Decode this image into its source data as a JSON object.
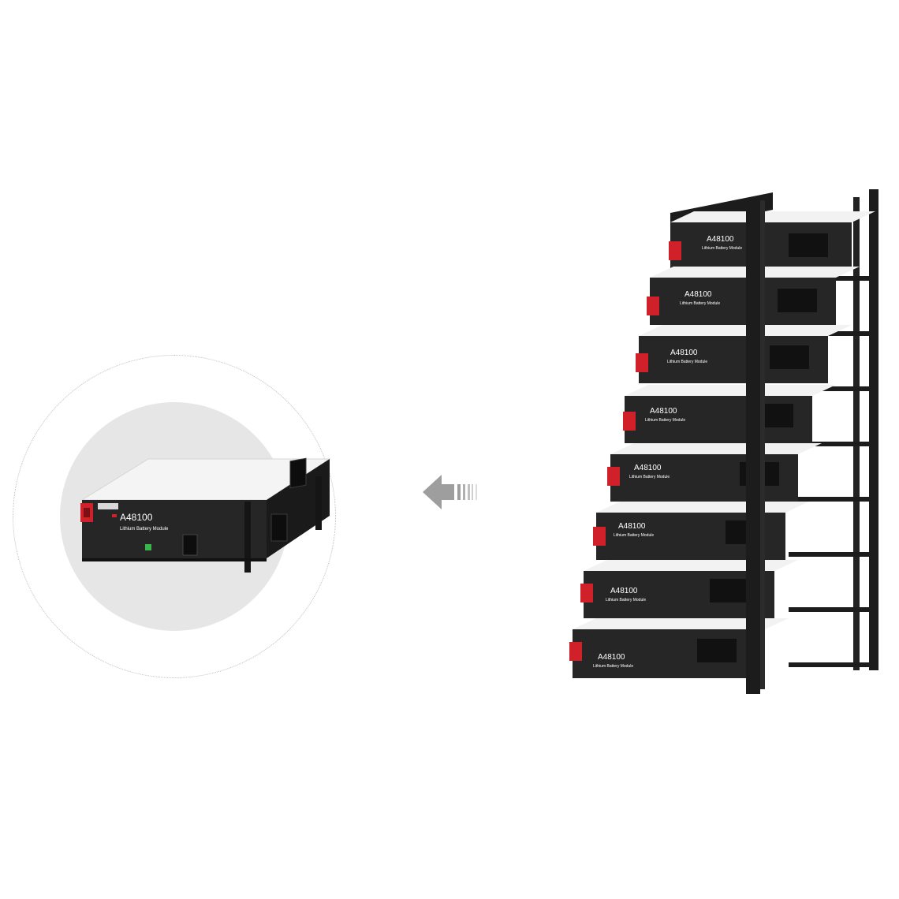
{
  "single_module": {
    "model": "A48100",
    "subtitle": "Lithium Battery Module"
  },
  "rack": {
    "module_count": 8,
    "model": "A48100",
    "subtitle": "Lithium Battery Module"
  },
  "colors": {
    "module_body": "#262626",
    "module_top": "#f4f4f4",
    "terminal_red": "#d0202a",
    "rack_frame": "#1c1c1c",
    "circle_fill": "#e6e6e6",
    "arrow_gray": "#9e9e9e",
    "indicator_green": "#39b54a"
  },
  "icons": {
    "arrow": "left-arrow-icon"
  }
}
